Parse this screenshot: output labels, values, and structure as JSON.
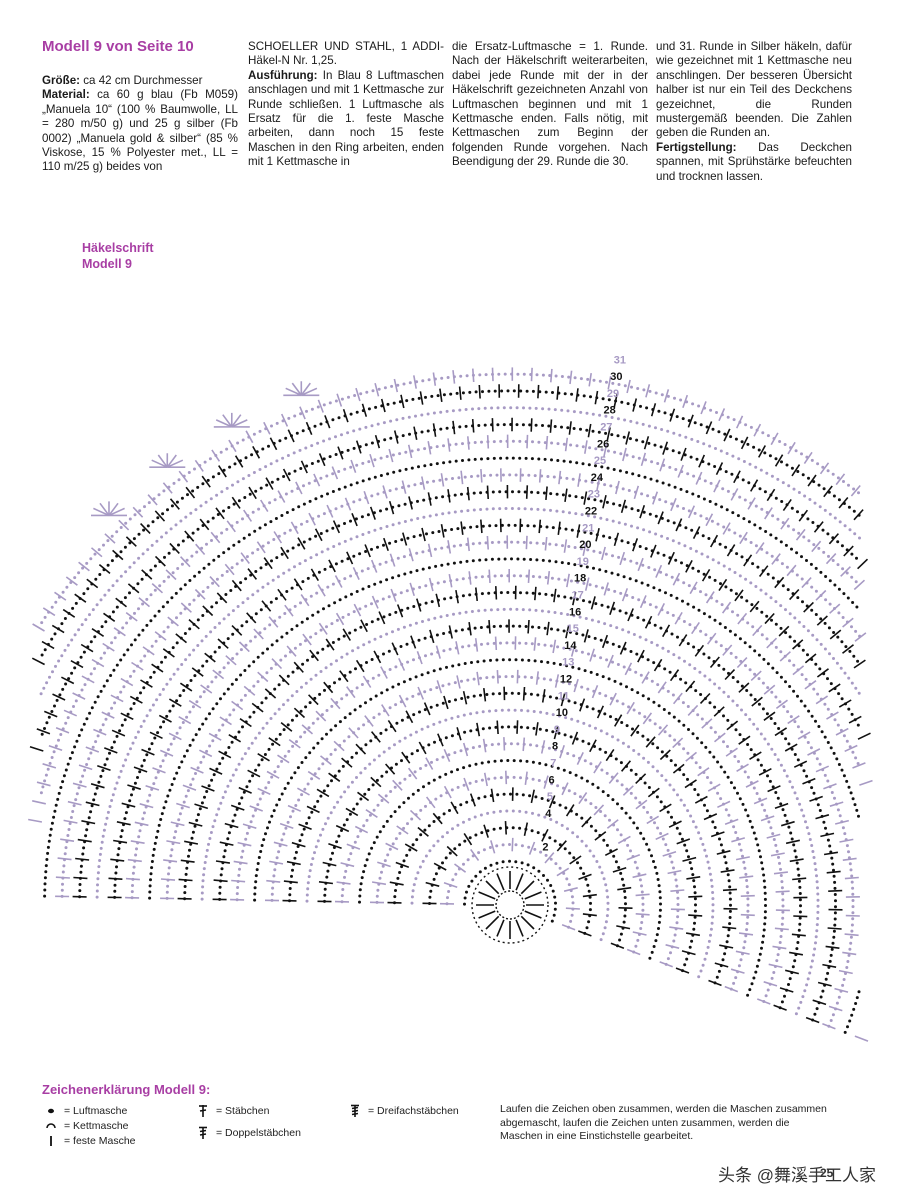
{
  "header": {
    "title": "Modell 9 von Seite 10"
  },
  "col1": {
    "size_label": "Größe:",
    "size_text": " ca 42 cm Durchmesser",
    "material_label": "Material:",
    "material_text": " ca 60 g blau (Fb M059) „Manuela 10“ (100 % Baumwolle, LL = 280 m/50 g) und 25 g silber (Fb 0002) „Manuela gold & silber“ (85 % Viskose, 15 % Polyester met., LL = 110 m/25 g) beides von"
  },
  "col2": {
    "intro": "SCHOELLER UND STAHL, 1 ADDI-Häkel-N Nr. 1,25.",
    "exec_label": "Ausführung:",
    "exec_text": " In Blau 8 Luftmaschen anschlagen und mit 1 Kettmasche zur Runde schließen. 1 Luftmasche als Ersatz für die 1. feste Masche arbeiten, dann noch 15 feste Maschen in den Ring arbeiten, enden mit 1 Kettmasche in"
  },
  "col3": {
    "text": "die Ersatz-Luftmasche = 1. Runde. Nach der Häkelschrift weiterarbeiten, dabei jede Runde mit der in der Häkelschrift gezeichneten Anzahl von Luftmaschen beginnen und mit 1 Kettmasche enden. Falls nötig, mit Kettmaschen zum Beginn der folgenden Runde vorgehen. Nach Beendigung der 29. Runde die 30."
  },
  "col4": {
    "text": "und 31. Runde in Silber häkeln, dafür wie gezeichnet mit 1 Kettmasche neu anschlingen. Der besseren Übersicht halber ist nur ein Teil des Deckchens gezeichnet, die Runden mustergemäß beenden. Die Zahlen geben die Runden an.",
    "finish_label": "Fertigstellung:",
    "finish_text": " Das Deckchen spannen, mit Sprühstärke befeuchten und trocknen lassen."
  },
  "chart": {
    "label_line1": "Häkelschrift",
    "label_line2": "Modell 9",
    "rounds": [
      "2",
      "4",
      "5",
      "6",
      "7",
      "8",
      "9",
      "10",
      "11",
      "12",
      "13",
      "14",
      "15",
      "16",
      "17",
      "18",
      "19",
      "20",
      "21",
      "22",
      "23",
      "24",
      "25",
      "26",
      "27",
      "28",
      "29",
      "30",
      "31"
    ]
  },
  "legend": {
    "title": "Zeichenerklärung Modell 9:",
    "chain": "= Luftmasche",
    "slip": "= Kettmasche",
    "sc": "= feste Masche",
    "dc": "= Stäbchen",
    "tr": "= Doppelstäbchen",
    "dtr": "= Dreifachstäbchen",
    "note": "Laufen die Zeichen oben zusammen, werden die Maschen zusammen abgemascht, laufen die Zeichen unten zusammen, werden die Maschen in eine Einstichstelle gearbeitet."
  },
  "footer": {
    "text": "头条 @舞溪手工人家",
    "page": "25"
  },
  "colors": {
    "accent": "#a83ea4",
    "blue_yarn": "#111111",
    "silver_yarn": "#a79ac4"
  }
}
